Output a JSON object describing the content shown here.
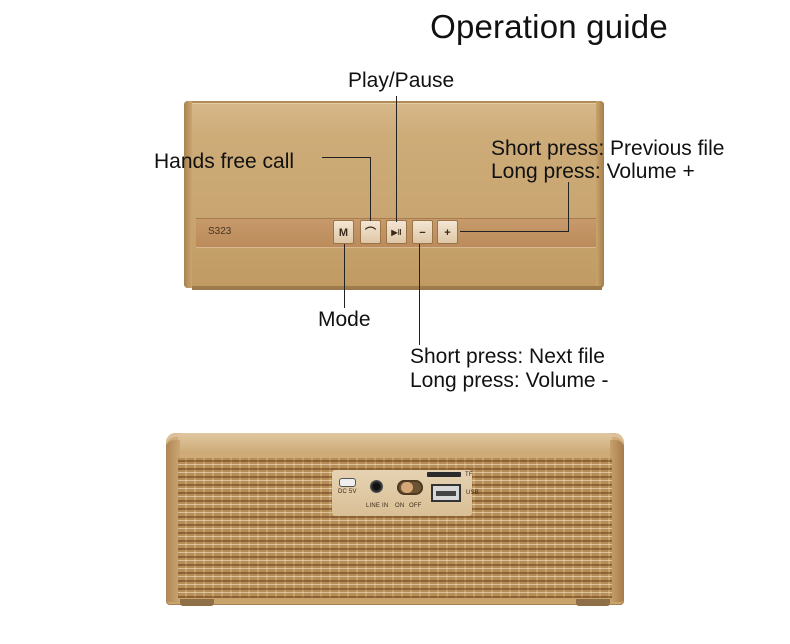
{
  "title": "Operation guide",
  "callouts": {
    "play_pause": "Play/Pause",
    "hands_free": "Hands free call",
    "prev_line1": "Short press: Previous file",
    "prev_line2": "Long press: Volume +",
    "mode": "Mode",
    "next_line1": "Short press: Next file",
    "next_line2": "Long press: Volume -"
  },
  "speaker_top": {
    "model": "S323",
    "buttons": [
      {
        "label": "M",
        "icon": "mode-icon"
      },
      {
        "label": "⌒",
        "icon": "phone-icon"
      },
      {
        "label": "▶‖",
        "icon": "play-pause-icon"
      },
      {
        "label": "−",
        "icon": "minus-icon"
      },
      {
        "label": "+",
        "icon": "plus-icon"
      }
    ]
  },
  "speaker_bottom": {
    "ports": {
      "dc": "DC 5V",
      "line_in": "LINE IN",
      "on": "ON",
      "off": "OFF",
      "tf": "TF",
      "usb": "USB"
    }
  },
  "colors": {
    "gold": "#c9a671",
    "line": "#222222"
  }
}
